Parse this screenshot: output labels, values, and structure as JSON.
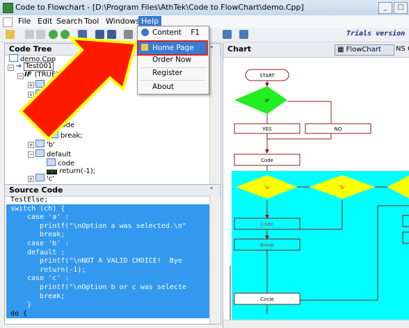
{
  "window": {
    "title": "Code to Flowchart - [D:\\Program Files\\AthTek\\Code to FlowChart\\demo.Cpp]"
  },
  "menubar": [
    "File",
    "Edit",
    "Search",
    "Tool",
    "Windows",
    "Help"
  ],
  "help_menu": {
    "content": "Content",
    "content_shortcut": "F1",
    "home_page": "Home Page",
    "order_now": "Order Now",
    "register": "Register",
    "about": "About"
  },
  "toolbar": {
    "trial_text": "Trials version"
  },
  "code_tree": {
    "title": "Code Tree",
    "nodes": [
      "demo.Cpp",
      "Test001",
      "IF",
      "(TRUE)",
      "code",
      "break;",
      "'b'",
      "default",
      "code",
      "return(-1);",
      "'c'"
    ],
    "icons": {
      "if_label": "IF",
      "exit_label": "EXIT"
    }
  },
  "source_code": {
    "title": "Source Code",
    "lines": [
      "TestElse;",
      "switch (ch) {",
      "    case 'a' :",
      "       printf(\"\\nOption a was selected.\\n\"",
      "       break;",
      "    case 'b' :",
      "    default :",
      "       printf(\"\\nNOT A VALID CHOICE!  Bye",
      "       return(-1);",
      "    case 'c' :",
      "       printf(\"\\nOption b or c was selecte",
      "       break;",
      "    }",
      "do {"
    ]
  },
  "chart": {
    "title": "Chart",
    "tab_flowchart": "FlowChart",
    "tab_ns": "NS C",
    "shapes": {
      "start": "START",
      "if": "IF",
      "yes": "YES",
      "no": "NO",
      "code1": "Code",
      "case_a": "'a'",
      "case_b": "'b'",
      "code2": "Code",
      "break": "Break",
      "circle": "Circle"
    }
  },
  "colors": {
    "selection": "#3399ee",
    "menu_active": "#3b7ad1",
    "diamond_green": "#22ee22",
    "diamond_yellow": "#ffff00",
    "cyan_area": "#00ffff",
    "arrow_red": "#ff0000",
    "arrow_yellow": "#ffff00"
  }
}
